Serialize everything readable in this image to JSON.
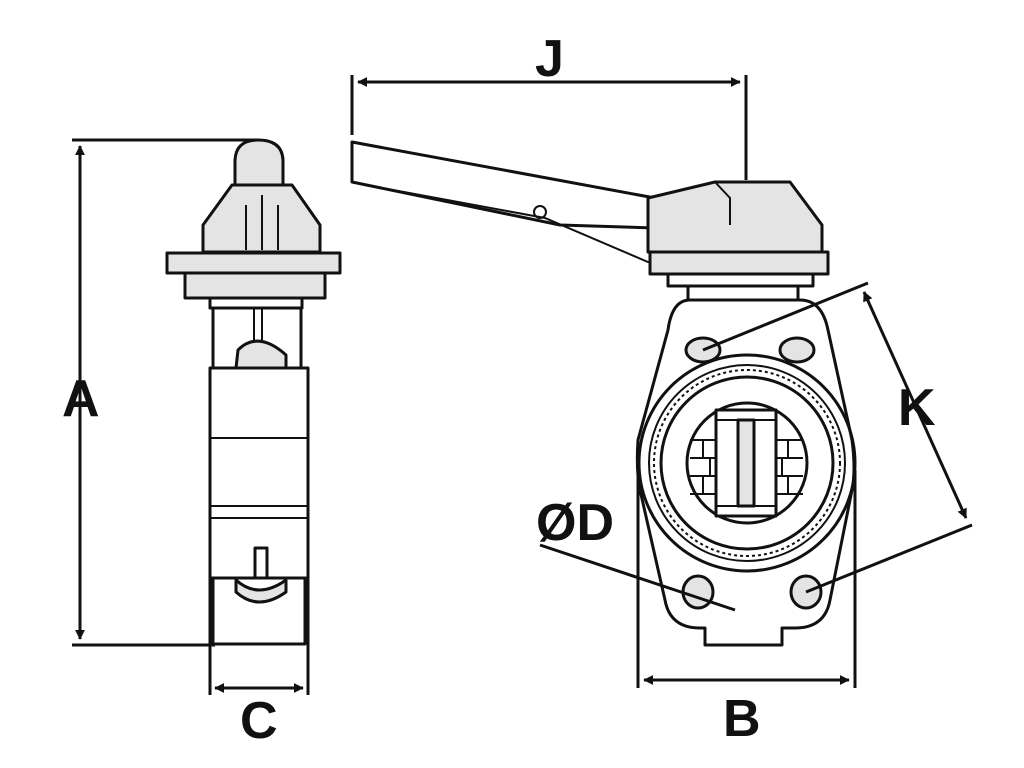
{
  "labels": {
    "A": "A",
    "B": "B",
    "C": "C",
    "D": "ØD",
    "J": "J",
    "K": "K"
  }
}
